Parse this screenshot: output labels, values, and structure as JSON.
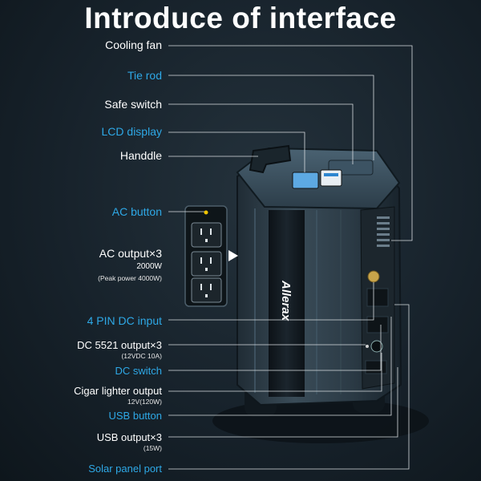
{
  "title": "Introduce of interface",
  "brand": "Allerax",
  "labels": {
    "cooling_fan": "Cooling fan",
    "tie_rod": "Tie rod",
    "safe_switch": "Safe switch",
    "lcd_display": "LCD display",
    "handdle": "Handdle",
    "ac_button": "AC button",
    "ac_output": "AC output×3",
    "ac_output_power": "2000W",
    "ac_output_peak": "(Peak power 4000W)",
    "pin_dc_input": "4 PIN DC input",
    "dc5521_output": "DC 5521 output×3",
    "dc5521_spec": "(12VDC 10A)",
    "dc_switch": "DC switch",
    "cigar_output": "Cigar lighter output",
    "cigar_spec": "12V(120W)",
    "usb_button": "USB button",
    "usb_output": "USB output×3",
    "usb_spec": "(15W)",
    "solar_port": "Solar panel port"
  },
  "colors": {
    "white_label": "#ffffff",
    "blue_label": "#2ea8e6",
    "background": "#17222b",
    "device_body": "#2b3d4a"
  },
  "icons": [
    "ac-outlet-icon",
    "play-arrow-icon"
  ]
}
